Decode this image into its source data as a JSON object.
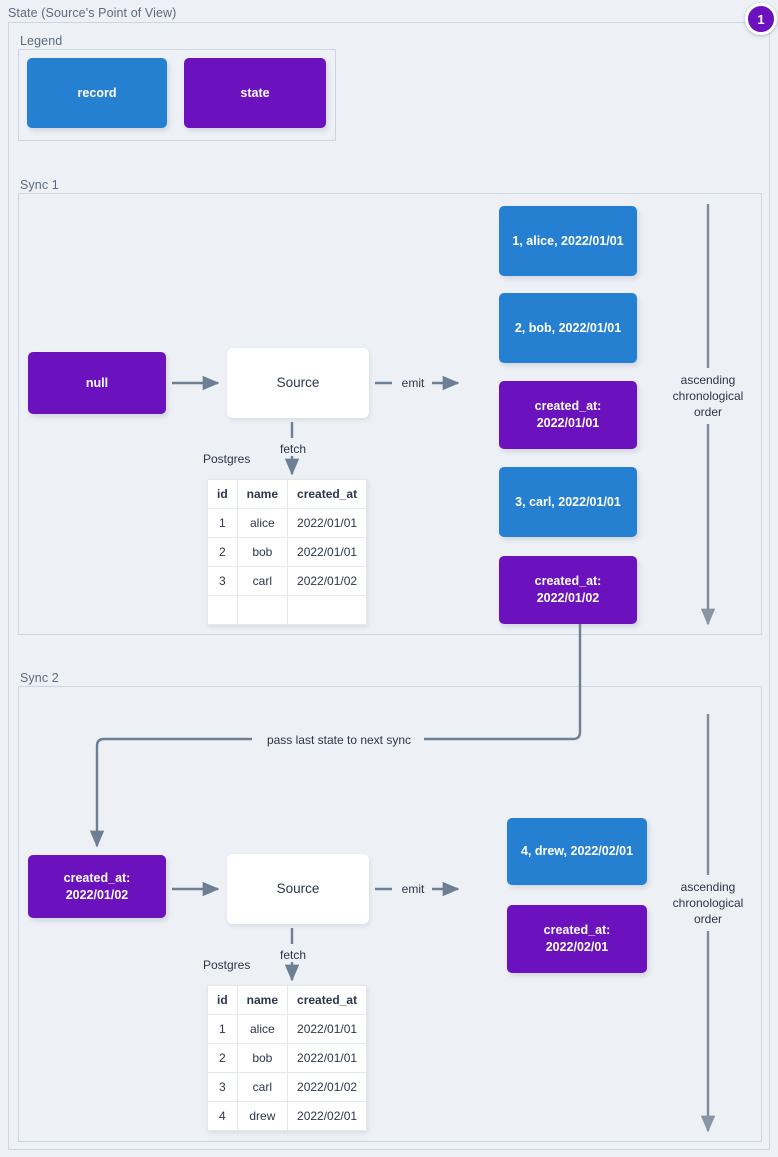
{
  "diagram": {
    "title": "State (Source's Point of View)",
    "badge": "1",
    "accent_record": "#2680d2",
    "accent_state": "#6b11bd",
    "background": "#edf0f5",
    "border": "#ccd6e3"
  },
  "legend": {
    "label": "Legend",
    "items": [
      {
        "label": "record",
        "kind": "record"
      },
      {
        "label": "state",
        "kind": "state"
      }
    ]
  },
  "sync1": {
    "label": "Sync 1",
    "state_in": "null",
    "source": "Source",
    "db_label": "Postgres",
    "fetch_label": "fetch",
    "emit_label": "emit",
    "order_label": "ascending\nchronological\norder",
    "table": {
      "columns": [
        "id",
        "name",
        "created_at"
      ],
      "rows": [
        [
          "1",
          "alice",
          "2022/01/01"
        ],
        [
          "2",
          "bob",
          "2022/01/01"
        ],
        [
          "3",
          "carl",
          "2022/01/02"
        ],
        [
          "",
          "",
          ""
        ]
      ]
    },
    "emitted": [
      {
        "kind": "record",
        "label": "1, alice, 2022/01/01"
      },
      {
        "kind": "record",
        "label": "2, bob, 2022/01/01"
      },
      {
        "kind": "state",
        "label": "created_at:\n2022/01/01"
      },
      {
        "kind": "record",
        "label": "3, carl, 2022/01/01"
      },
      {
        "kind": "state",
        "label": "created_at:\n2022/01/02"
      }
    ]
  },
  "sync2": {
    "label": "Sync 2",
    "pass_label": "pass last state to next sync",
    "state_in": "created_at:\n2022/01/02",
    "source": "Source",
    "db_label": "Postgres",
    "fetch_label": "fetch",
    "emit_label": "emit",
    "order_label": "ascending\nchronological\norder",
    "table": {
      "columns": [
        "id",
        "name",
        "created_at"
      ],
      "rows": [
        [
          "1",
          "alice",
          "2022/01/01"
        ],
        [
          "2",
          "bob",
          "2022/01/01"
        ],
        [
          "3",
          "carl",
          "2022/01/02"
        ],
        [
          "4",
          "drew",
          "2022/02/01"
        ]
      ]
    },
    "emitted": [
      {
        "kind": "record",
        "label": "4, drew, 2022/02/01"
      },
      {
        "kind": "state",
        "label": "created_at:\n2022/02/01"
      }
    ]
  }
}
